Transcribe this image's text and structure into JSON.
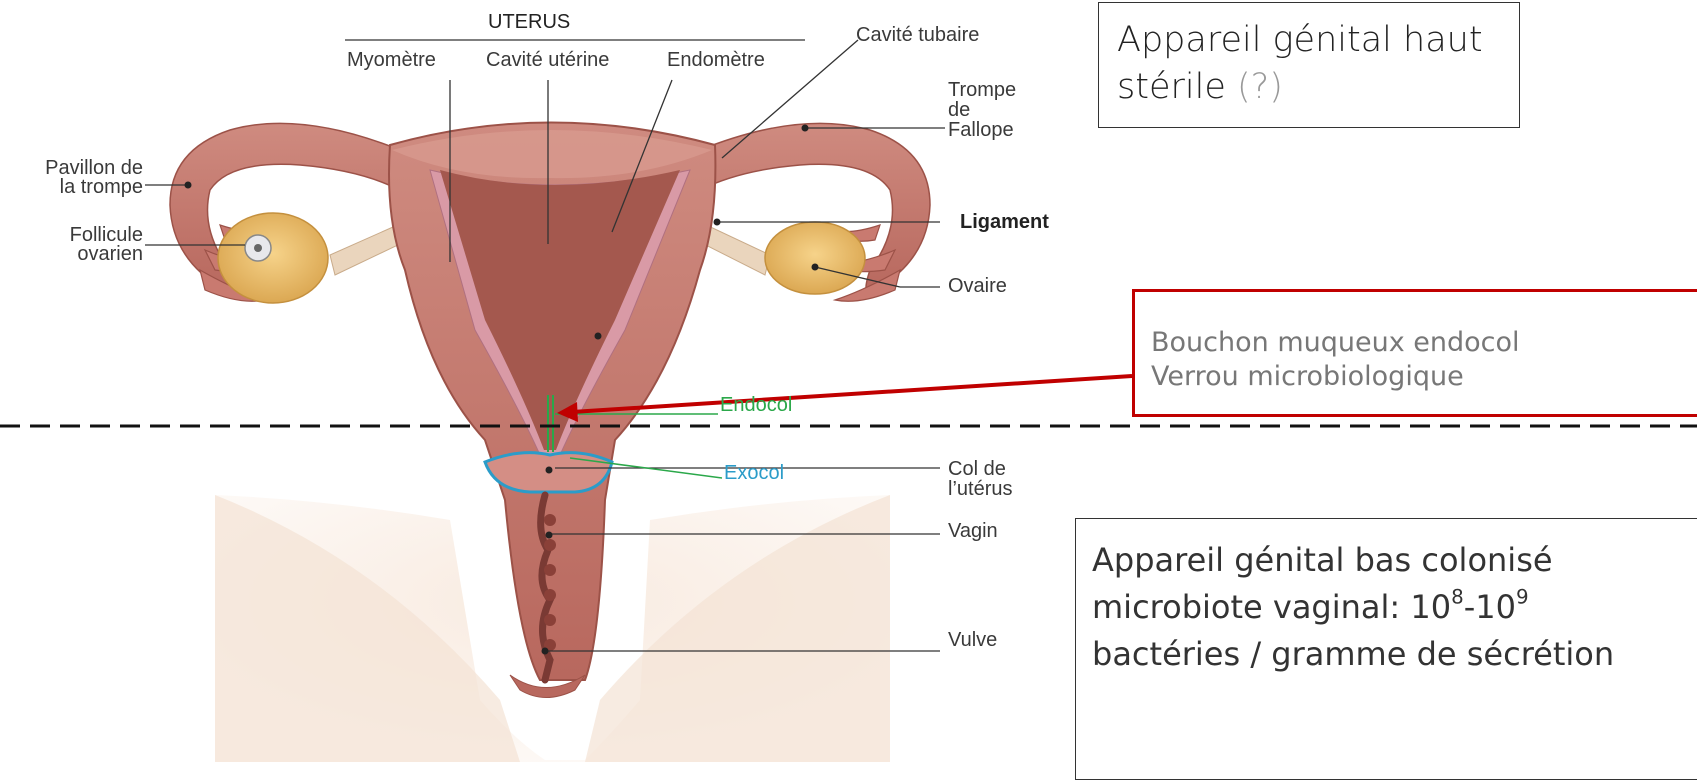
{
  "diagram": {
    "uterus_header": "UTERUS",
    "labels": {
      "myometre": "Myomètre",
      "cavite_uterine": "Cavité utérine",
      "endometre": "Endomètre",
      "cavite_tubaire": "Cavité tubaire",
      "trompe_1": "Trompe",
      "trompe_2": "de",
      "trompe_3": "Fallope",
      "pavillon_1": "Pavillon de",
      "pavillon_2": "la trompe",
      "follicule_1": "Follicule",
      "follicule_2": "ovarien",
      "ligament": "Ligament",
      "ovaire": "Ovaire",
      "endocol": "Endocol",
      "exocol": "Exocol",
      "col_1": "Col de",
      "col_2": "l’utérus",
      "vagin": "Vagin",
      "vulve": "Vulve"
    },
    "colors": {
      "endocol": "#2ba84a",
      "exocol": "#2b9cc9",
      "arrow": "#c00000",
      "tissue": "#c97e74"
    }
  },
  "annotations": {
    "haut_line1": "Appareil génital haut",
    "haut_line2": "stérile",
    "haut_q": "(?)",
    "bouchon_line1": "Bouchon muqueux endocol",
    "bouchon_line2": "Verrou microbiologique",
    "bas_line1": "Appareil génital bas colonisé",
    "bas_line2_prefix": "microbiote vaginal: 10",
    "bas_exp1": "8",
    "bas_mid": "-10",
    "bas_exp2": "9",
    "bas_line3": "bactéries / gramme de sécrétion"
  }
}
